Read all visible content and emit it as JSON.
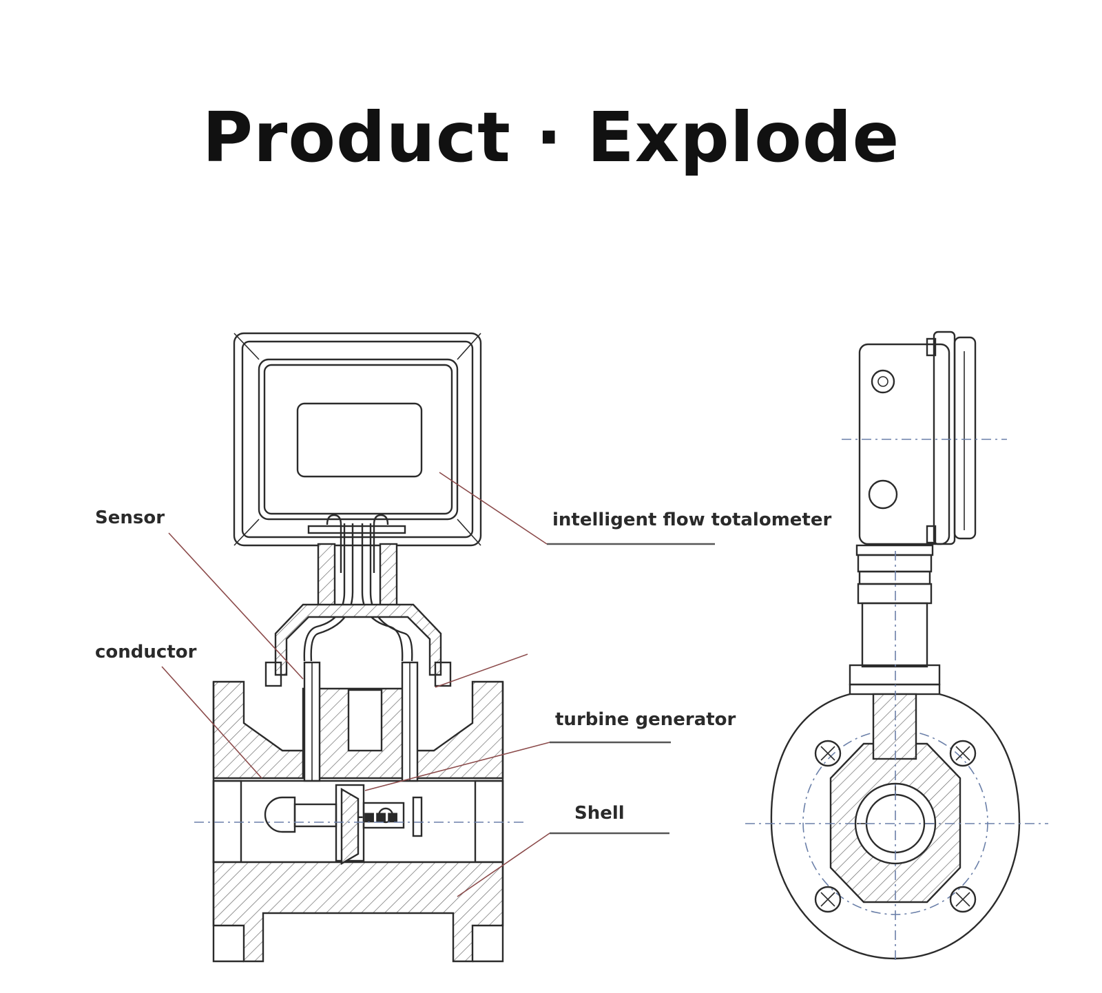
{
  "title": "Product · Explode",
  "labels": {
    "sensor": "Sensor",
    "conductor": "conductor",
    "totalometer": "intelligent flow totalometer",
    "turbine": "turbine generator",
    "shell": "Shell"
  },
  "colors": {
    "line": "#2b2b2b",
    "leader": "#8b4a4a",
    "centerline": "#6a7fa8"
  }
}
